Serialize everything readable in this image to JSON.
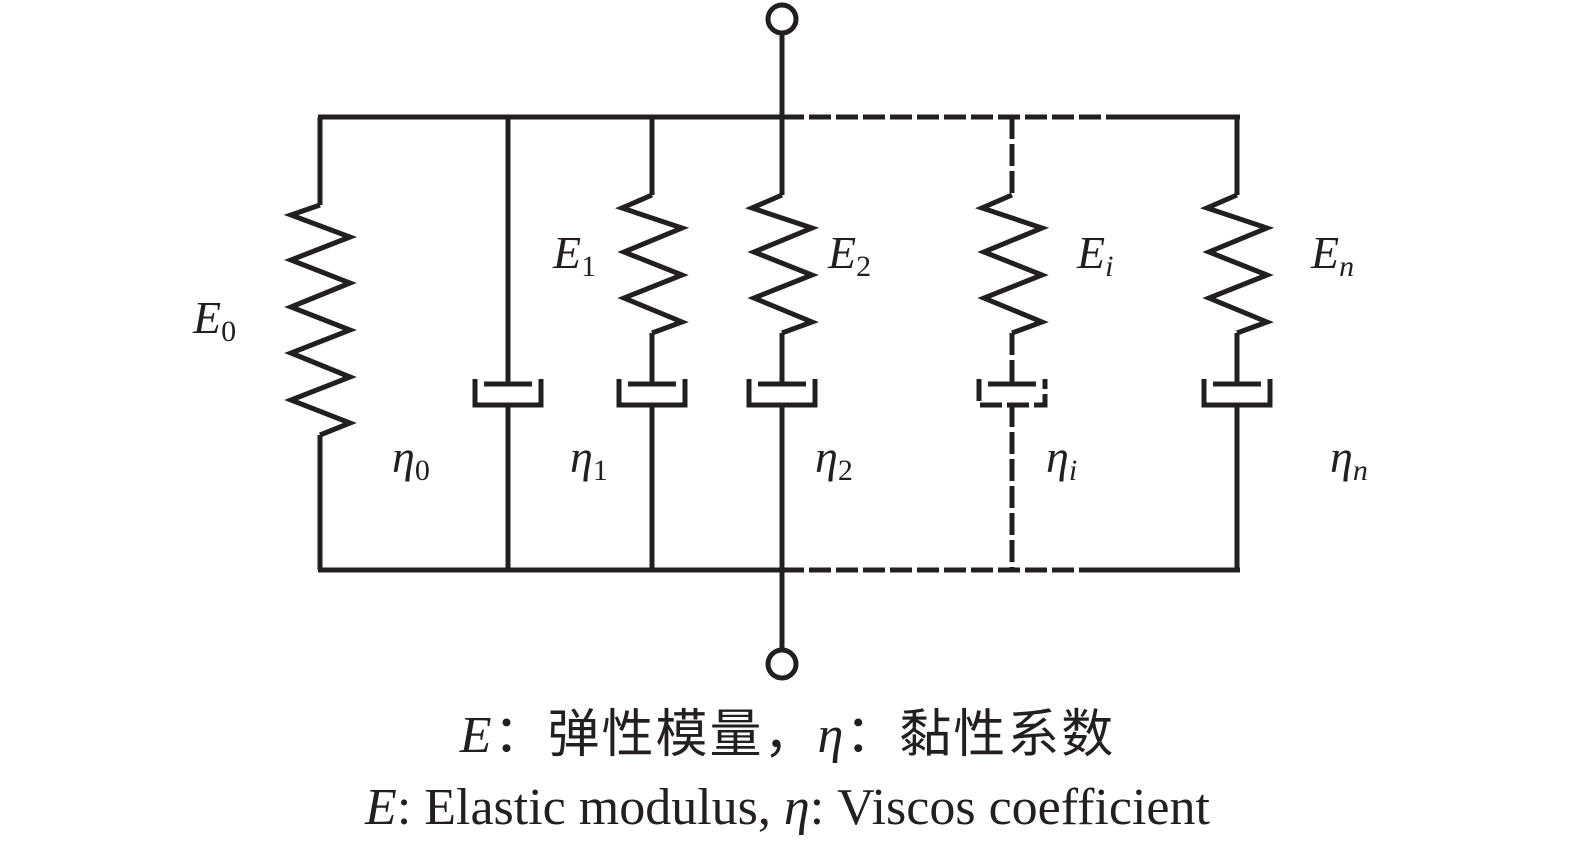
{
  "diagram": {
    "title": "Generalized Kelvin/Maxwell parallel model of springs and dashpots",
    "line_color": "#231f20",
    "background": "#ffffff",
    "terminals": [
      "top-terminal",
      "bottom-terminal"
    ],
    "branches": [
      {
        "id": "0",
        "type": "spring-only",
        "spring_label": "E",
        "spring_sub": "0",
        "sub_italic": false,
        "dashed": false
      },
      {
        "id": "0",
        "type": "dashpot-only",
        "dashpot_label": "η",
        "dashpot_sub": "0",
        "sub_italic": false,
        "dashed": false
      },
      {
        "id": "1",
        "type": "spring-dashpot-series",
        "spring_label": "E",
        "spring_sub": "1",
        "dashpot_label": "η",
        "dashpot_sub": "1",
        "sub_italic": false,
        "dashed": false
      },
      {
        "id": "2",
        "type": "spring-dashpot-series",
        "spring_label": "E",
        "spring_sub": "2",
        "dashpot_label": "η",
        "dashpot_sub": "2",
        "sub_italic": false,
        "dashed": false
      },
      {
        "id": "i",
        "type": "spring-dashpot-series",
        "spring_label": "E",
        "spring_sub": "i",
        "dashpot_label": "η",
        "dashpot_sub": "i",
        "sub_italic": true,
        "dashed": true
      },
      {
        "id": "n",
        "type": "spring-dashpot-series",
        "spring_label": "E",
        "spring_sub": "n",
        "dashpot_label": "η",
        "dashpot_sub": "n",
        "sub_italic": true,
        "dashed": false
      }
    ]
  },
  "labels": {
    "E0": {
      "main": "E",
      "sub": "0"
    },
    "E1": {
      "main": "E",
      "sub": "1"
    },
    "E2": {
      "main": "E",
      "sub": "2"
    },
    "Ei": {
      "main": "E",
      "sub": "i"
    },
    "En": {
      "main": "E",
      "sub": "n"
    },
    "eta0": {
      "main": "η",
      "sub": "0"
    },
    "eta1": {
      "main": "η",
      "sub": "1"
    },
    "eta2": {
      "main": "η",
      "sub": "2"
    },
    "etai": {
      "main": "η",
      "sub": "i"
    },
    "etan": {
      "main": "η",
      "sub": "n"
    }
  },
  "caption": {
    "zh": {
      "sym_E": "E",
      "part1": "：弹性模量，",
      "sym_eta": "η",
      "part2": "：黏性系数"
    },
    "en": {
      "sym_E": "E",
      "part1": ": Elastic modulus, ",
      "sym_eta": "η",
      "part2": ": Viscos coefficient"
    }
  }
}
